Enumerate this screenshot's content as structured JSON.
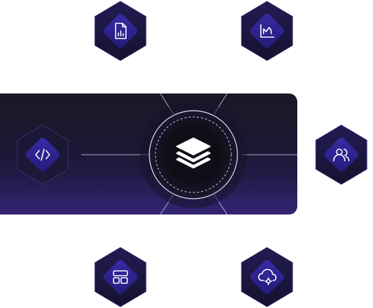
{
  "diagram": {
    "hub": {
      "icon": "stacked-layers-icon"
    },
    "nodes": [
      {
        "id": "report",
        "icon": "document-chart-icon"
      },
      {
        "id": "analytics",
        "icon": "line-chart-icon"
      },
      {
        "id": "code",
        "icon": "code-brackets-icon"
      },
      {
        "id": "users",
        "icon": "users-icon"
      },
      {
        "id": "layout",
        "icon": "layout-grid-icon"
      },
      {
        "id": "cloud",
        "icon": "cloud-settings-icon"
      }
    ],
    "colors": {
      "hex_dark": "#1c1745",
      "hex_inner": "#2f248a",
      "accent": "#7c6cf0",
      "line": "#d0cde0",
      "hub_core": "#0f0e16"
    }
  }
}
